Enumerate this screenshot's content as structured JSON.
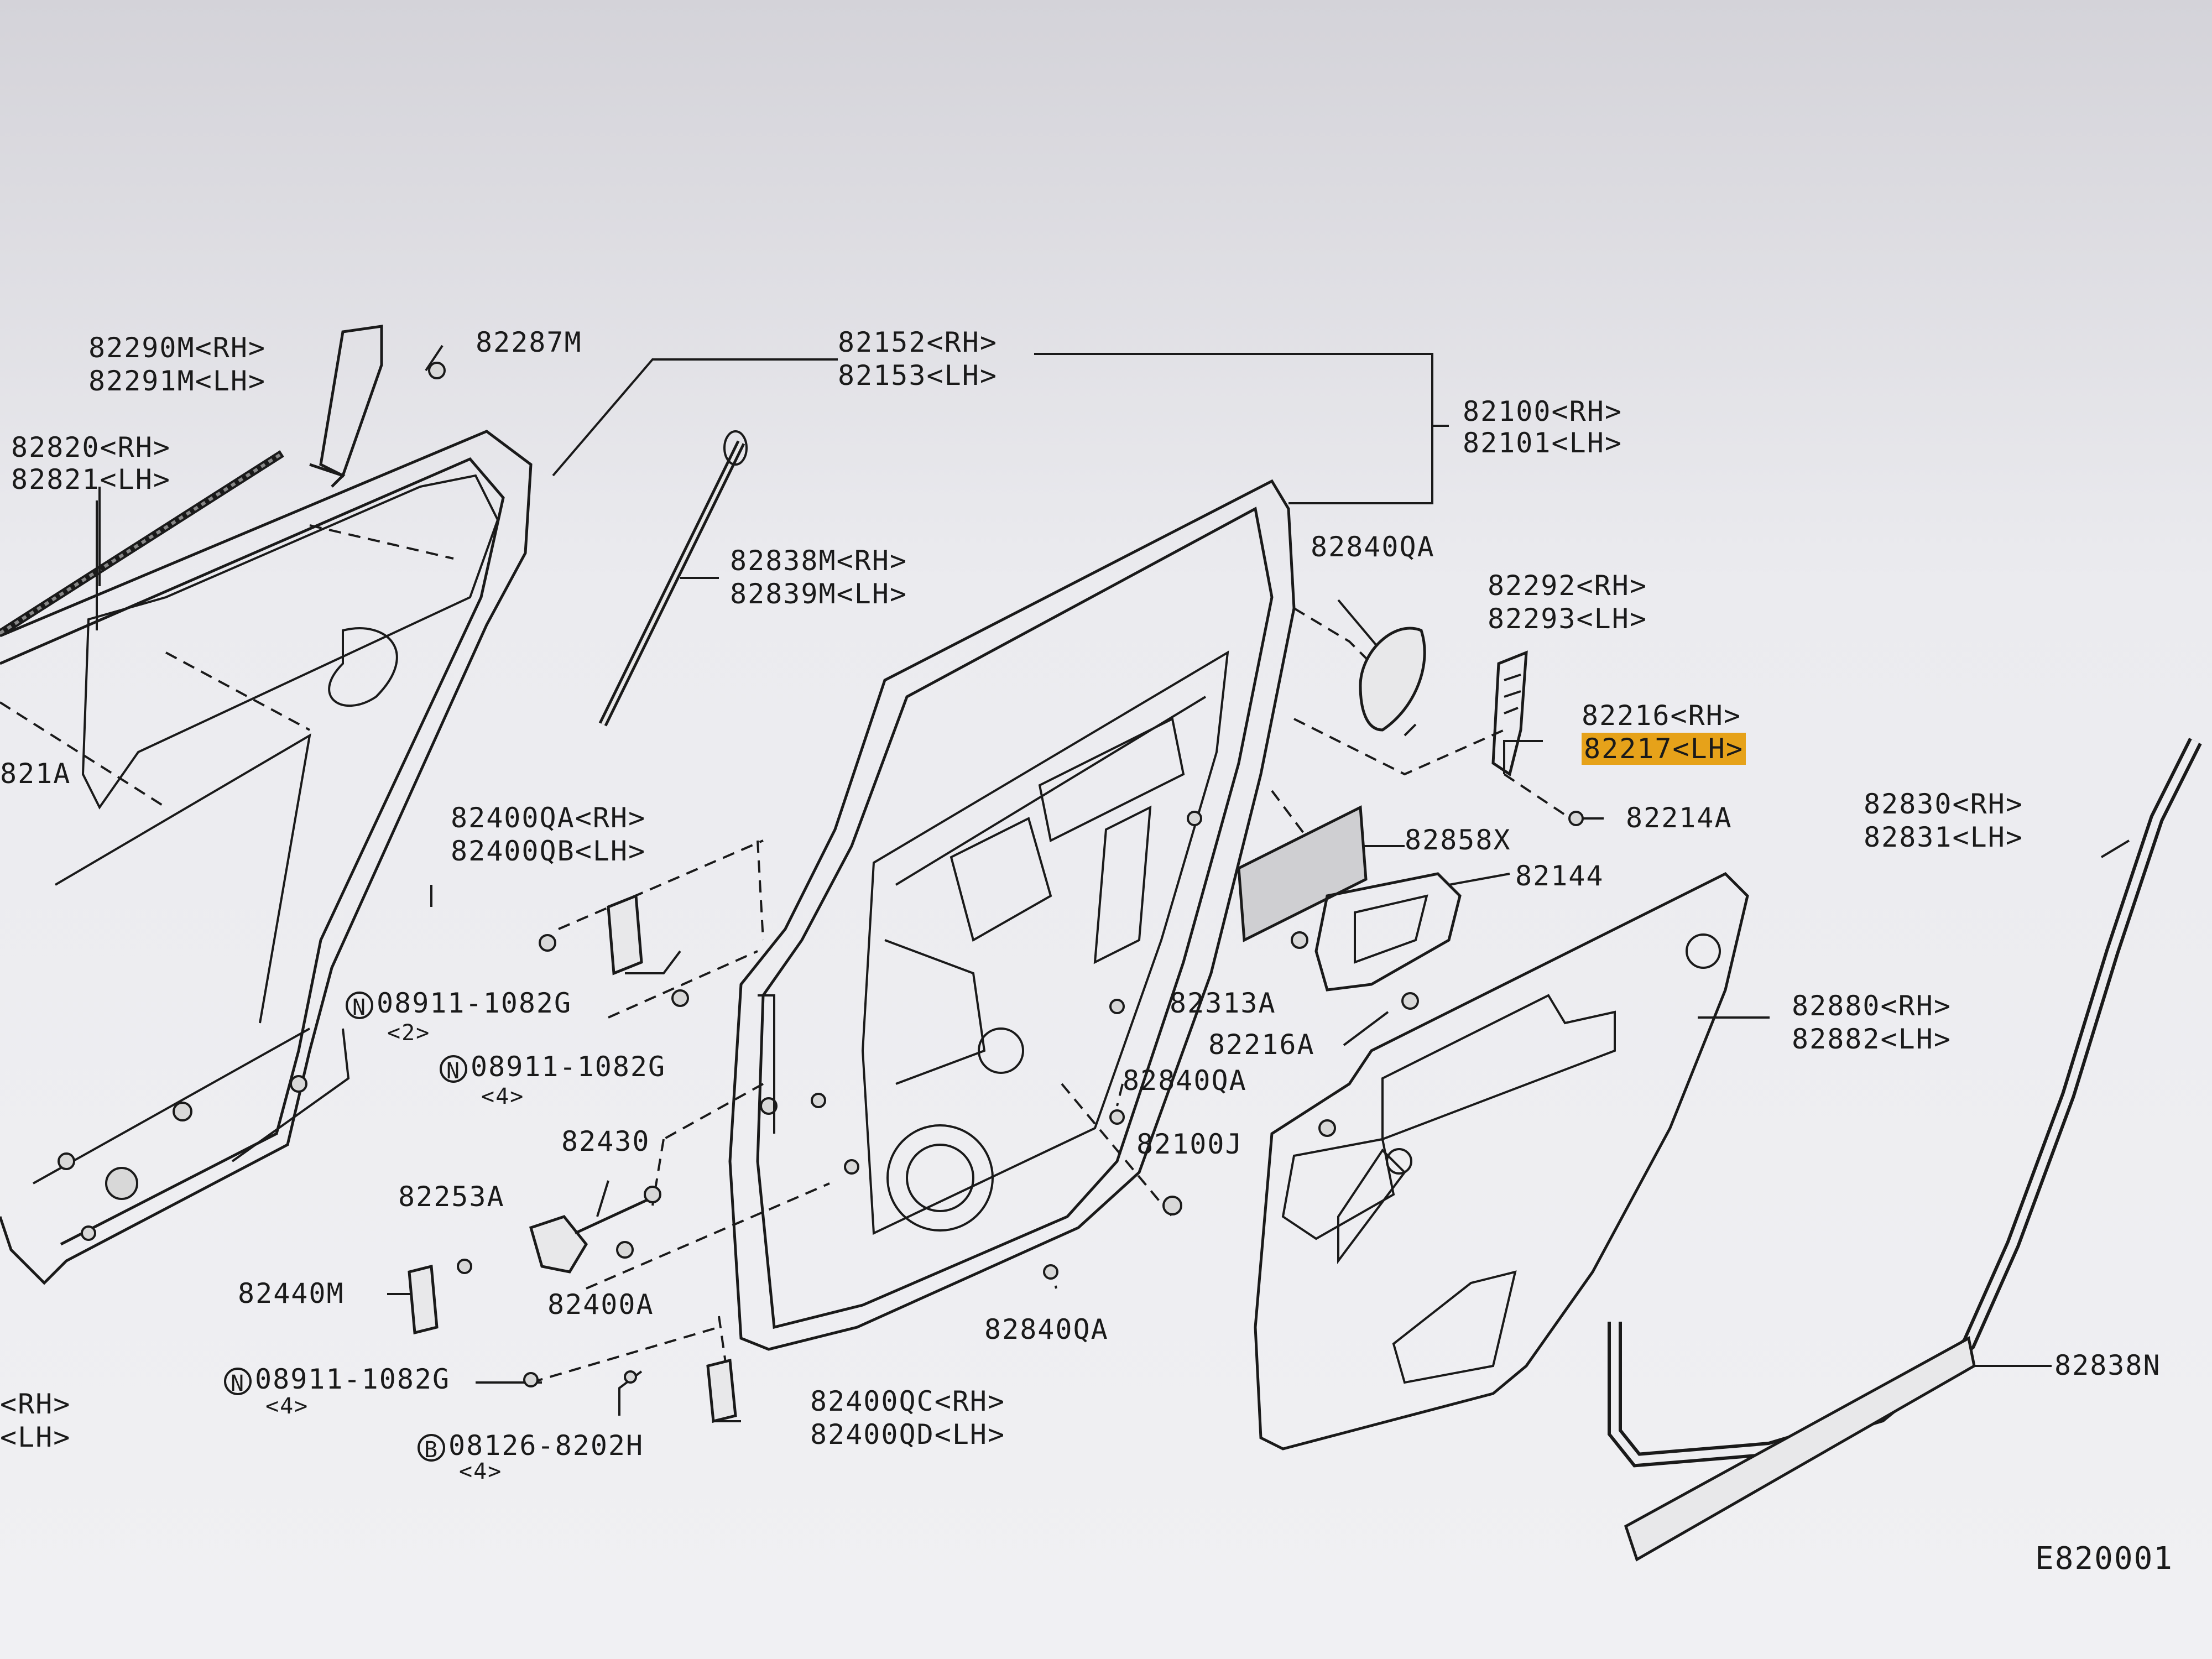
{
  "diagram_code": "E820001",
  "labels": {
    "l82290": "82290M<RH>",
    "l82291": "82291M<LH>",
    "l82287": "82287M",
    "l82152": "82152<RH>",
    "l82153": "82153<LH>",
    "l82100": "82100<RH>",
    "l82101": "82101<LH>",
    "l82820": "82820<RH>",
    "l82821": "82821<LH>",
    "l82838m": "82838M<RH>",
    "l82839m": "82839M<LH>",
    "l82840qa_top": "82840QA",
    "l82292": "82292<RH>",
    "l82293": "82293<LH>",
    "l82216": "82216<RH>",
    "l82217": "82217<LH>",
    "l82214a": "82214A",
    "l821a": "821A",
    "l82830": "82830<RH>",
    "l82831": "82831<LH>",
    "l82400qa": "82400QA<RH>",
    "l82400qb": "82400QB<LH>",
    "l82858x": "82858X",
    "l82144": "82144",
    "l08911_a": "08911-1082G",
    "l08911_a_qty": "<2>",
    "l08911_b": "08911-1082G",
    "l08911_b_qty": "<4>",
    "l82313a": "82313A",
    "l82216a": "82216A",
    "l82880": "82880<RH>",
    "l82882": "82882<LH>",
    "l82840qa_mid": "82840QA",
    "l82430": "82430",
    "l82100j": "82100J",
    "l82253a": "82253A",
    "l82440m": "82440M",
    "l82400a": "82400A",
    "l82840qa_bot": "82840QA",
    "l82838n": "82838N",
    "l08911_c": "08911-1082G",
    "l08911_c_qty": "<4>",
    "l82400qc": "82400QC<RH>",
    "l82400qd": "82400QD<LH>",
    "l08126": "08126-8202H",
    "l08126_qty": "<4>",
    "lrh_cut": "<RH>",
    "llh_cut": "<LH>"
  },
  "symbols": {
    "nut": "N",
    "bolt": "B"
  },
  "highlight_color": "#e6a21a"
}
